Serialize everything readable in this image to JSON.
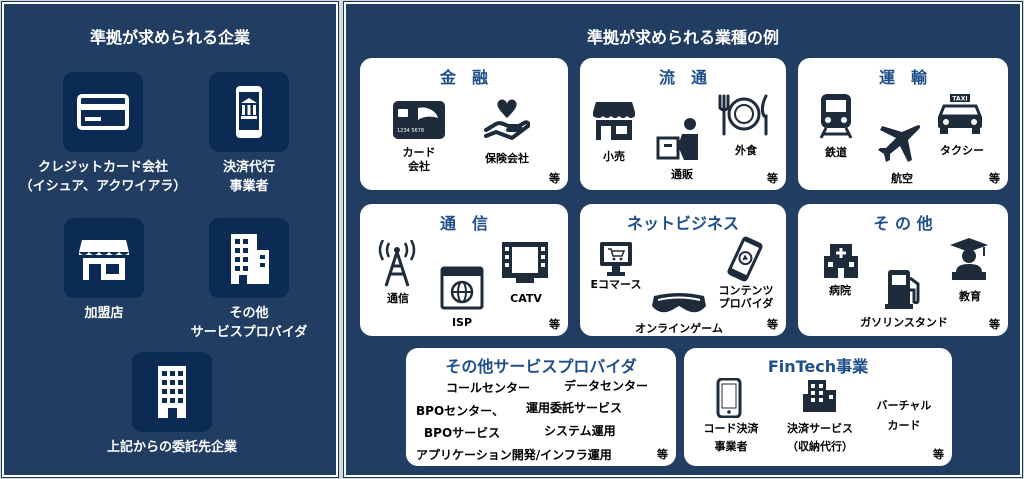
{
  "left": {
    "title": "準拠が求められる企業",
    "entities": [
      {
        "label": "クレジットカード会社\n（イシュア、アクワイアラ）"
      },
      {
        "label": "決済代行\n事業者"
      },
      {
        "label": "加盟店"
      },
      {
        "label": "その他\nサービスプロバイダ"
      },
      {
        "label": "上記からの委託先企業"
      }
    ]
  },
  "right": {
    "title": "準拠が求められる業種の例",
    "etc": "等",
    "finance": {
      "title": "金　融",
      "items": [
        "カード\n会社",
        "保険会社"
      ],
      "card_text": "1234 5678"
    },
    "distribution": {
      "title": "流　通",
      "items": [
        "小売",
        "外食",
        "通販"
      ]
    },
    "transport": {
      "title": "運　輸",
      "items": [
        "鉄道",
        "航空",
        "タクシー"
      ],
      "taxi_sign": "TAXI"
    },
    "telecom": {
      "title": "通　信",
      "items": [
        "通信",
        "ISP",
        "CATV"
      ]
    },
    "netbiz": {
      "title": "ネットビジネス",
      "items": [
        "Eコマース",
        "コンテンツ\nプロバイダ",
        "オンラインゲーム"
      ]
    },
    "other": {
      "title": "そ の 他",
      "items": [
        "病院",
        "教育",
        "ガソリンスタンド"
      ]
    },
    "other_sp": {
      "title": "その他サービスプロバイダ",
      "items": [
        "コールセンター",
        "データセンター",
        "BPOセンター、",
        "運用委託サービス",
        "BPOサービス",
        "システム運用",
        "アプリケーション開発/インフラ運用"
      ]
    },
    "fintech": {
      "title": "FinTech事業",
      "items": [
        "コード決済\n事業者",
        "決済サービス\n（収納代行）",
        "バーチャル\nカード"
      ]
    }
  },
  "colors": {
    "panel": "#213d62",
    "tile": "#0b2b54",
    "card_title": "#1f4f8a",
    "icon": "#1e2b3a"
  }
}
